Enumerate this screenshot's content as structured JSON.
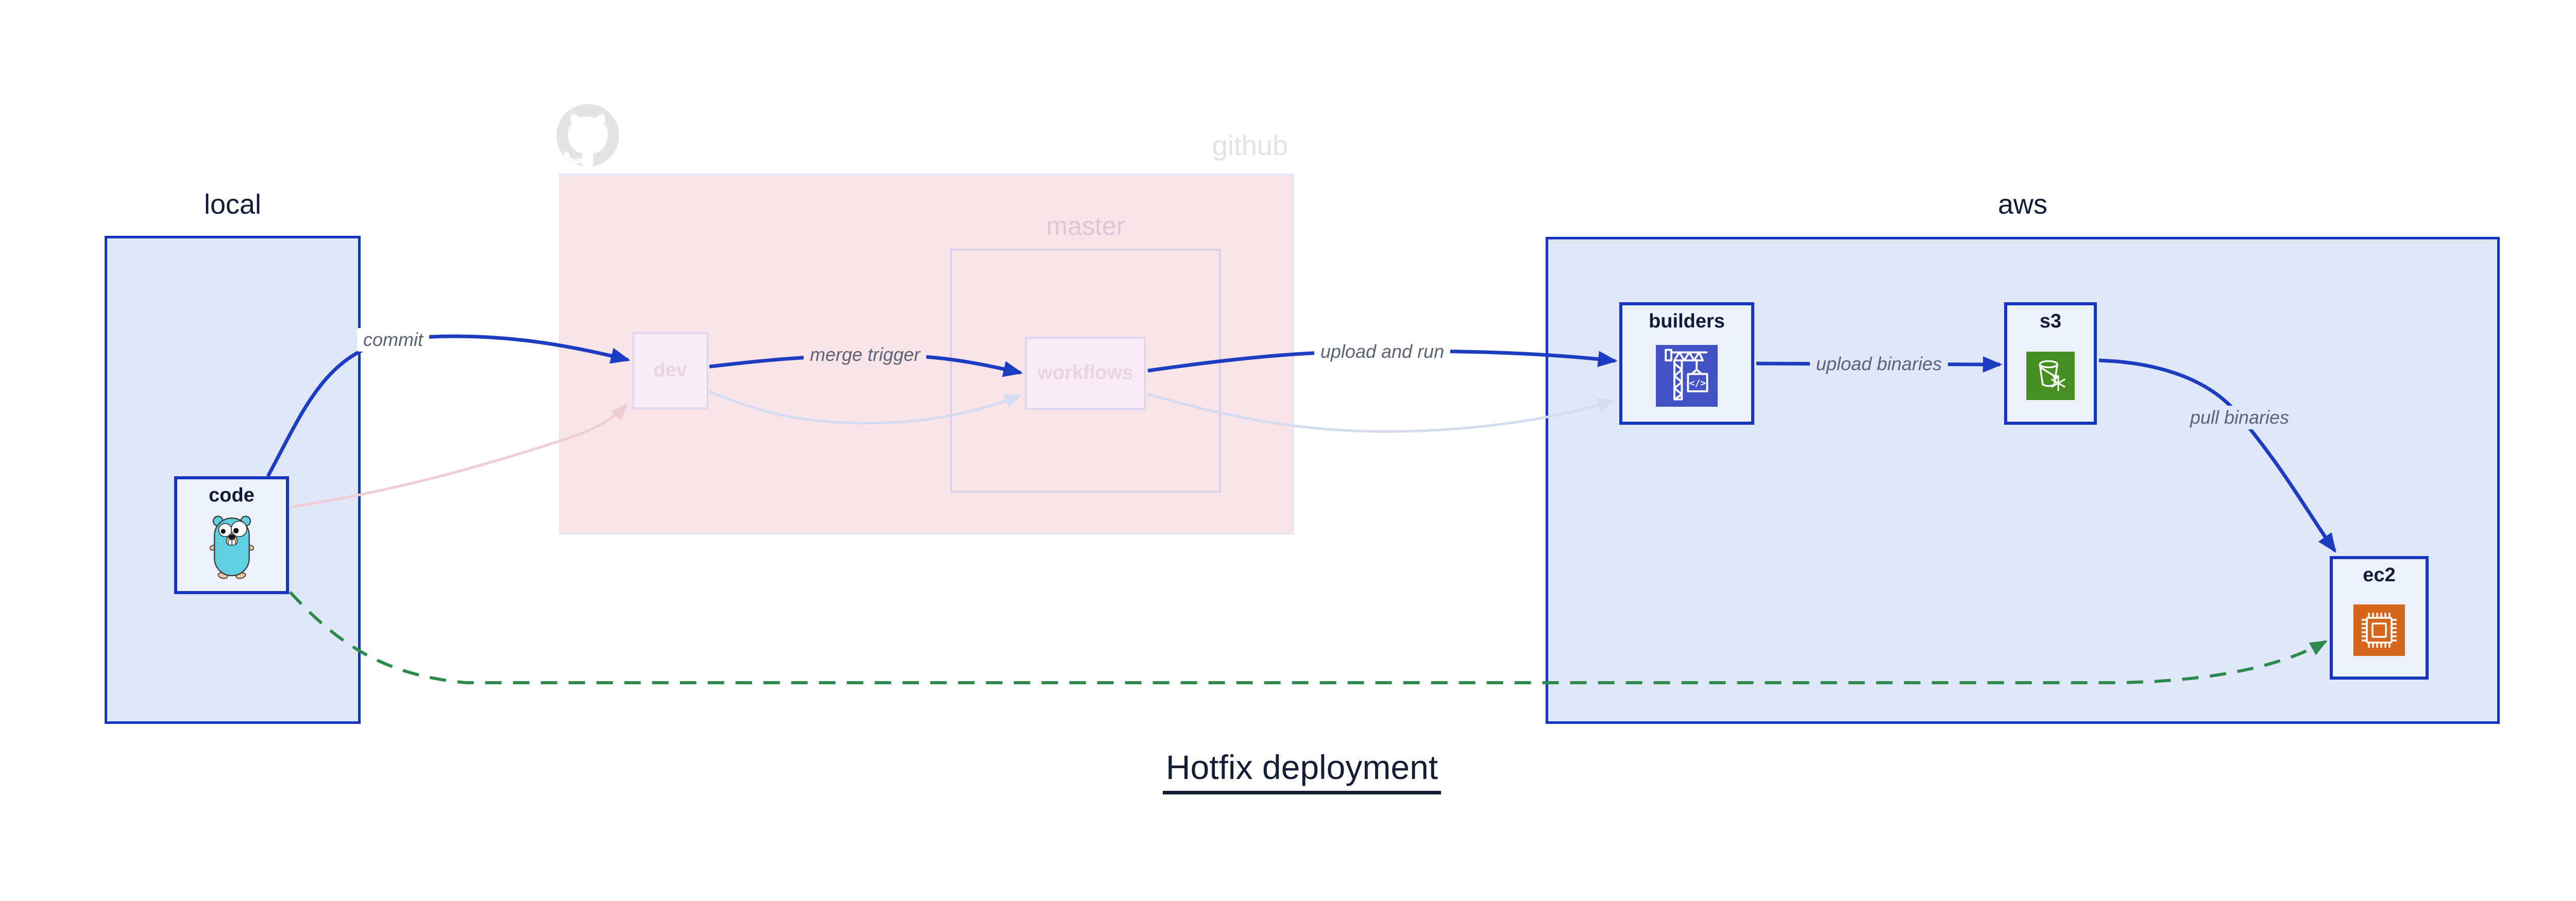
{
  "diagram": {
    "title": "Hotfix deployment",
    "type": "flow-diagram"
  },
  "regions": {
    "local": {
      "label": "local"
    },
    "github": {
      "label": "github"
    },
    "master": {
      "label": "master",
      "parent": "github"
    },
    "aws": {
      "label": "aws"
    }
  },
  "nodes": {
    "code": {
      "label": "code",
      "region": "local",
      "icon": "go-gopher-icon"
    },
    "dev": {
      "label": "dev",
      "region": "github",
      "state": "faded"
    },
    "workflows": {
      "label": "workflows",
      "region": "github.master",
      "state": "faded"
    },
    "builders": {
      "label": "builders",
      "region": "aws",
      "icon": "codebuild-crane-icon"
    },
    "s3": {
      "label": "s3",
      "region": "aws",
      "icon": "s3-glacier-bucket-icon"
    },
    "ec2": {
      "label": "ec2",
      "region": "aws",
      "icon": "ec2-chip-icon"
    }
  },
  "edges": [
    {
      "from": "code",
      "to": "dev",
      "label": "commit",
      "style": "highlighted-blue"
    },
    {
      "from": "dev",
      "to": "workflows",
      "label": "merge trigger",
      "style": "highlighted-blue"
    },
    {
      "from": "workflows",
      "to": "builders",
      "label": "upload and run",
      "style": "highlighted-blue"
    },
    {
      "from": "builders",
      "to": "s3",
      "label": "upload binaries",
      "style": "highlighted-blue"
    },
    {
      "from": "s3",
      "to": "ec2",
      "label": "pull binaries",
      "style": "highlighted-blue"
    },
    {
      "from": "code",
      "to": "ec2",
      "label": "",
      "style": "hotfix-green-dashed"
    },
    {
      "from": "code",
      "to": "dev",
      "label": "",
      "style": "faded-pink"
    },
    {
      "from": "dev",
      "to": "workflows",
      "label": "",
      "style": "faded-lavender"
    },
    {
      "from": "workflows",
      "to": "builders",
      "label": "",
      "style": "faded-lavender"
    }
  ],
  "colors": {
    "background": "#ffffff",
    "region_blue_fill": "#dfe7f8",
    "region_blue_border": "#1635bf",
    "node_fill": "#edf2fc",
    "github_pink_fill": "#f9e4ea",
    "github_pink_border": "#e3e7f6",
    "master_border": "#d9d2e8",
    "arrow_blue": "#1c3dc2",
    "arrow_green": "#2b8a4c",
    "faded_pink_edge": "#f0ccd6",
    "faded_lavender_edge": "#d5dbf0",
    "edge_label_text": "#5c6372",
    "title_text": "#151d35",
    "codebuild_indigo": "#4353c5",
    "glacier_green": "#478e23",
    "ec2_orange": "#d4671c",
    "octocat_gray": "#e4e4e4",
    "gopher_teal": "#5fd0e0"
  }
}
